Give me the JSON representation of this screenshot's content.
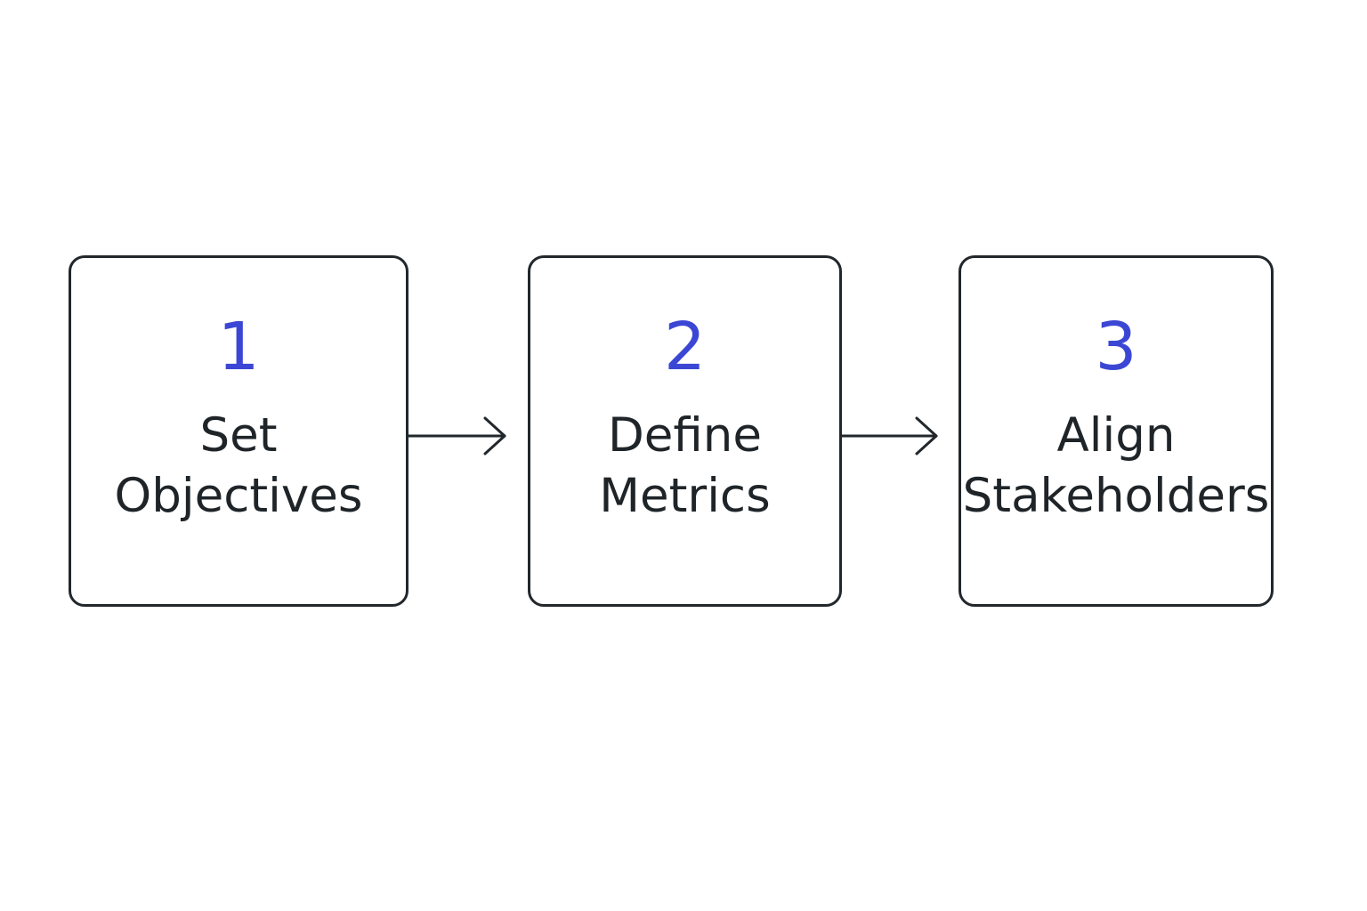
{
  "colors": {
    "accent_number": "#3b47d4",
    "border": "#22272b",
    "text": "#1f2428",
    "background": "#ffffff"
  },
  "steps": [
    {
      "number": "1",
      "label_lines": [
        "Set",
        "Objectives"
      ]
    },
    {
      "number": "2",
      "label_lines": [
        "Define",
        "Metrics"
      ]
    },
    {
      "number": "3",
      "label_lines": [
        "Align",
        "Stakeholders"
      ]
    }
  ],
  "connectors": [
    {
      "from": "1",
      "to": "2",
      "icon": "arrow-right-icon"
    },
    {
      "from": "2",
      "to": "3",
      "icon": "arrow-right-icon"
    }
  ]
}
